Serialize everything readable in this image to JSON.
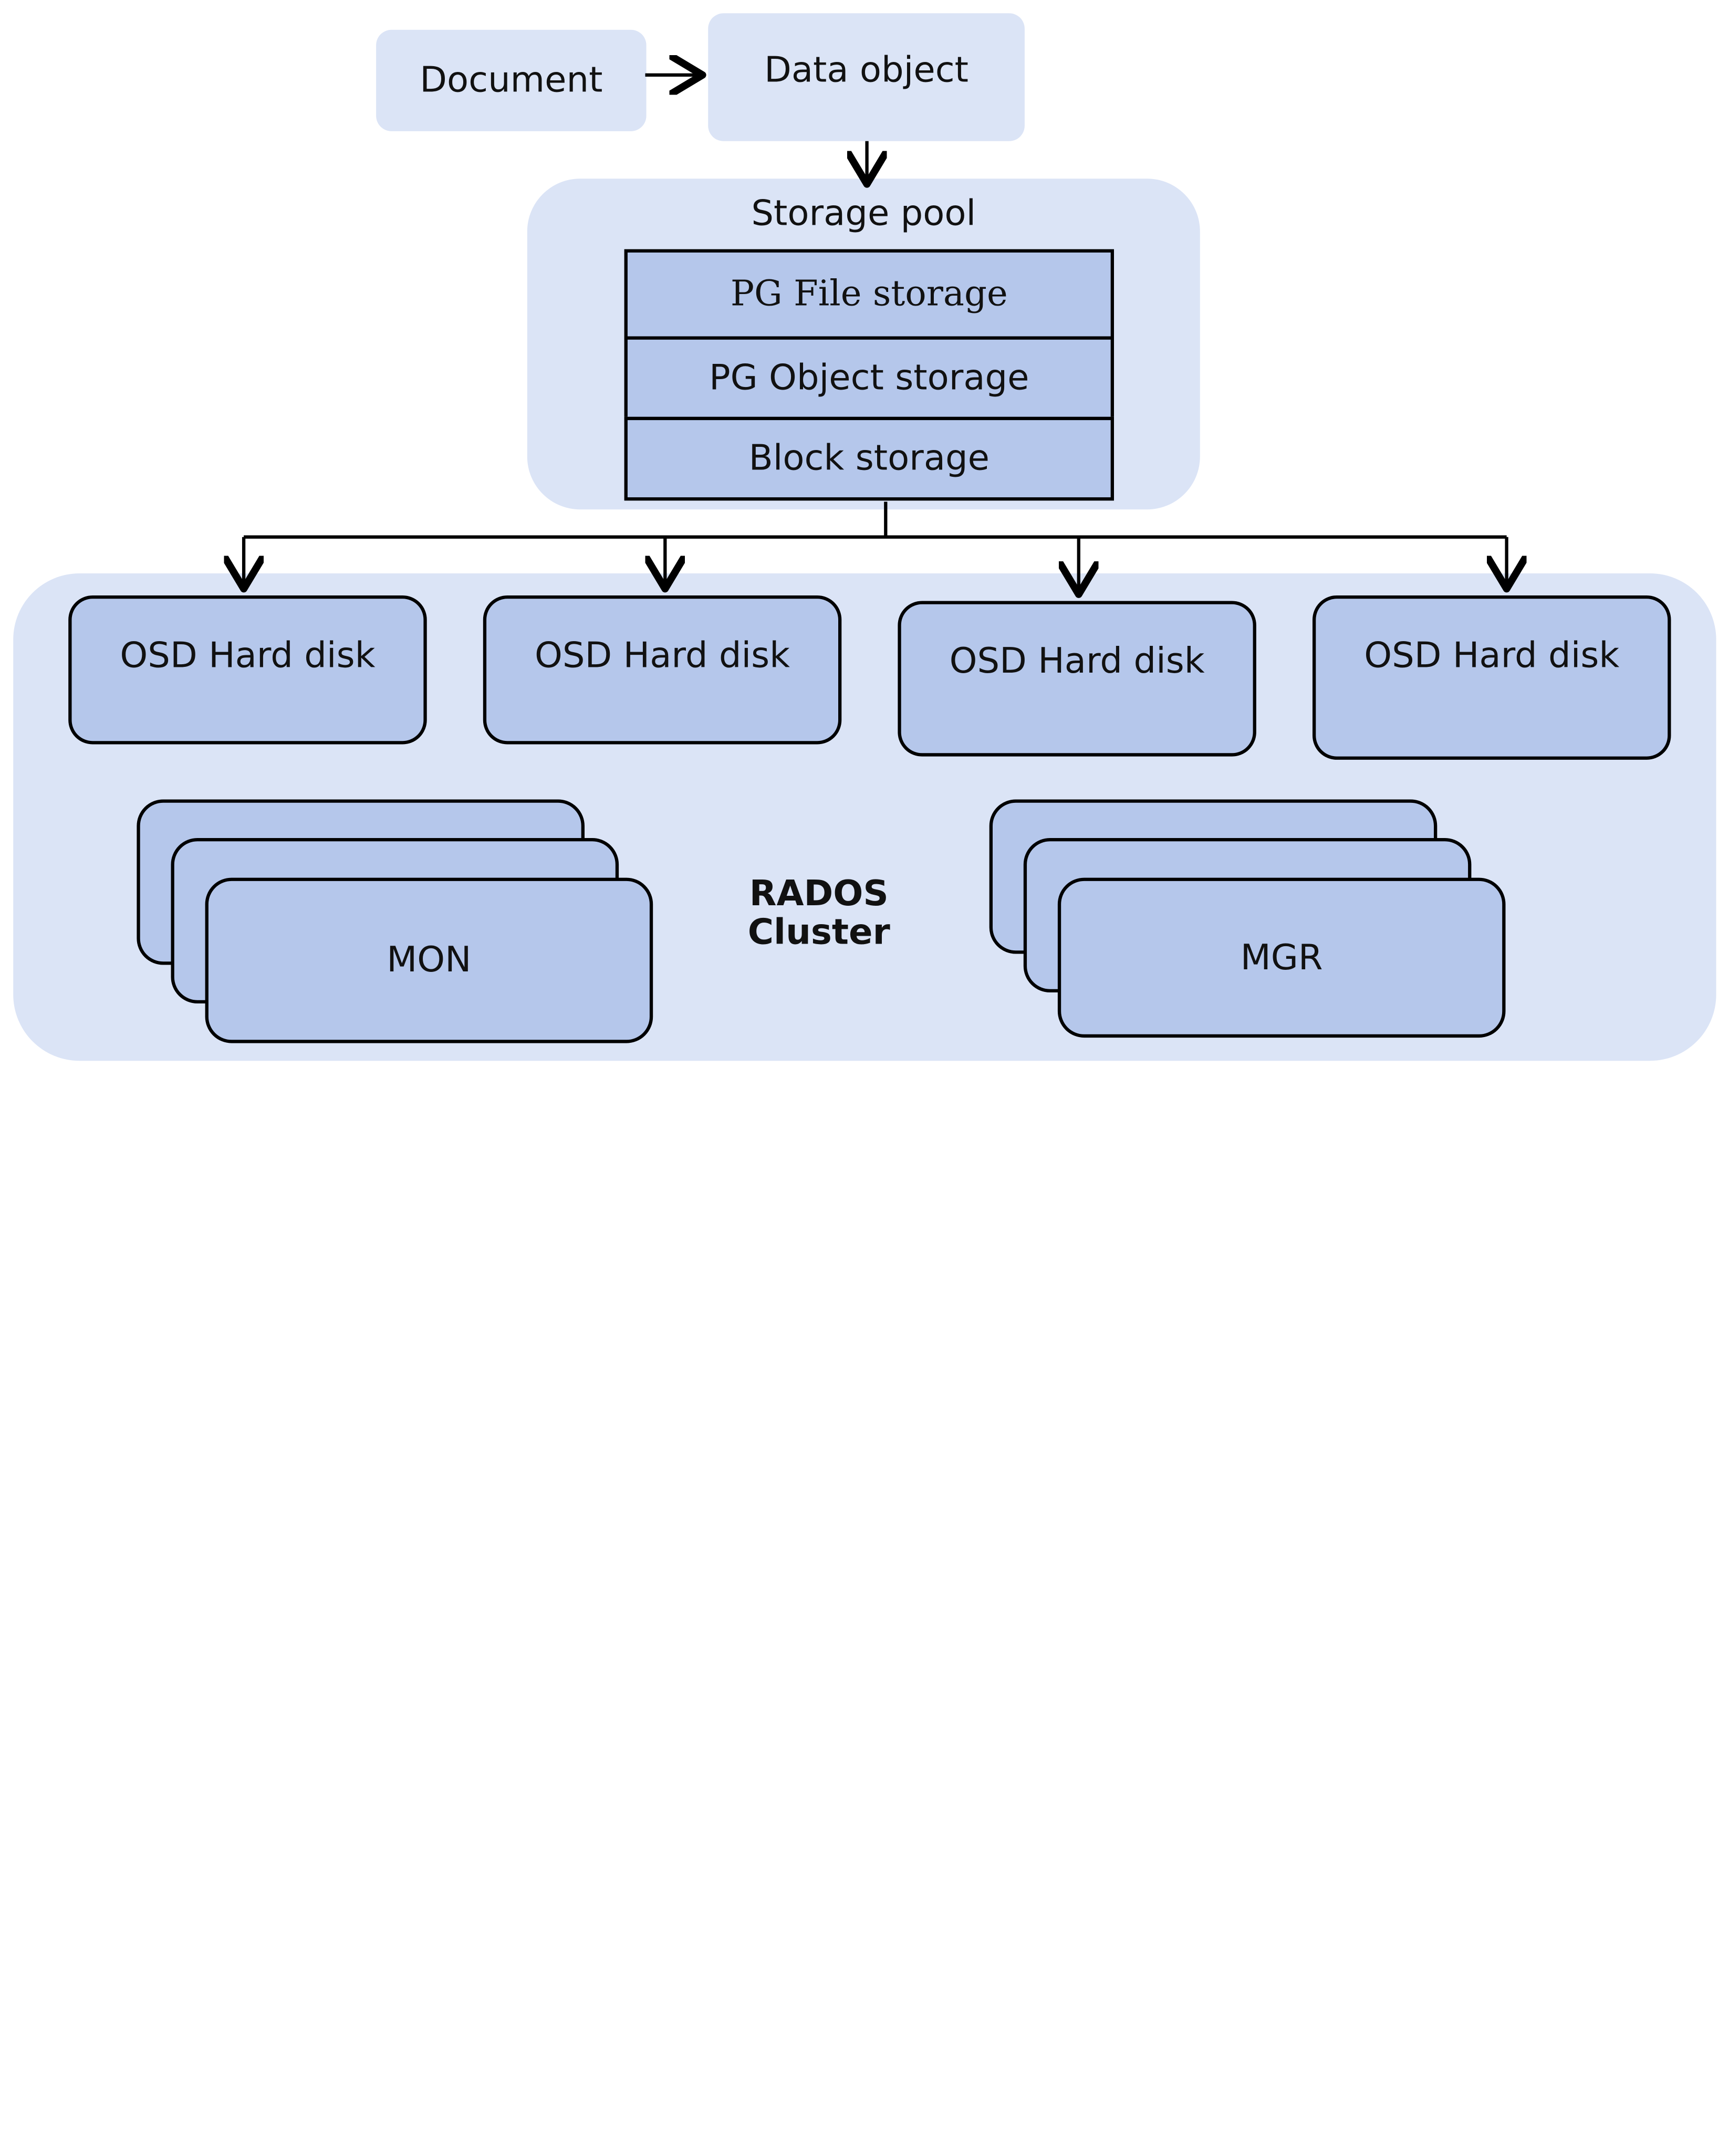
{
  "diagram": {
    "document": "Document",
    "data_object": "Data object",
    "storage_pool": "Storage pool",
    "pg_file_storage": "PG File storage",
    "pg_object_storage": "PG Object storage",
    "block_storage": "Block storage",
    "osd_hard_disk_1": "OSD Hard disk",
    "osd_hard_disk_2": "OSD Hard disk",
    "osd_hard_disk_3": "OSD Hard disk",
    "osd_hard_disk_4": "OSD Hard disk",
    "mon": "MON",
    "rados_cluster": "RADOS Cluster",
    "mgr": "MGR"
  }
}
